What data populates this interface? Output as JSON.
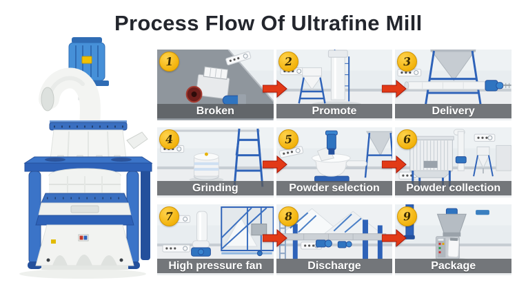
{
  "title": "Process Flow Of Ultrafine Mill",
  "machine": {
    "alt": "Ultrafine mill 3D illustration"
  },
  "steps": [
    {
      "number": "1",
      "label": "Broken",
      "scene": "jaw-crusher"
    },
    {
      "number": "2",
      "label": "Promote",
      "scene": "bucket-elevator"
    },
    {
      "number": "3",
      "label": "Delivery",
      "scene": "screw-conveyor"
    },
    {
      "number": "4",
      "label": "Grinding",
      "scene": "mill-grinder"
    },
    {
      "number": "5",
      "label": "Powder selection",
      "scene": "classifier"
    },
    {
      "number": "6",
      "label": "Powder collection",
      "scene": "bag-collector"
    },
    {
      "number": "7",
      "label": "High pressure fan",
      "scene": "pressure-fan"
    },
    {
      "number": "8",
      "label": "Discharge",
      "scene": "discharge-plant"
    },
    {
      "number": "9",
      "label": "Package",
      "scene": "packing-machine"
    }
  ],
  "colors": {
    "title": "#23262d",
    "badge": "#f2b20a",
    "arrow": "#e23a17",
    "label_band": "rgba(88,91,95,0.82)",
    "frame_blue": "#2e62b8"
  }
}
